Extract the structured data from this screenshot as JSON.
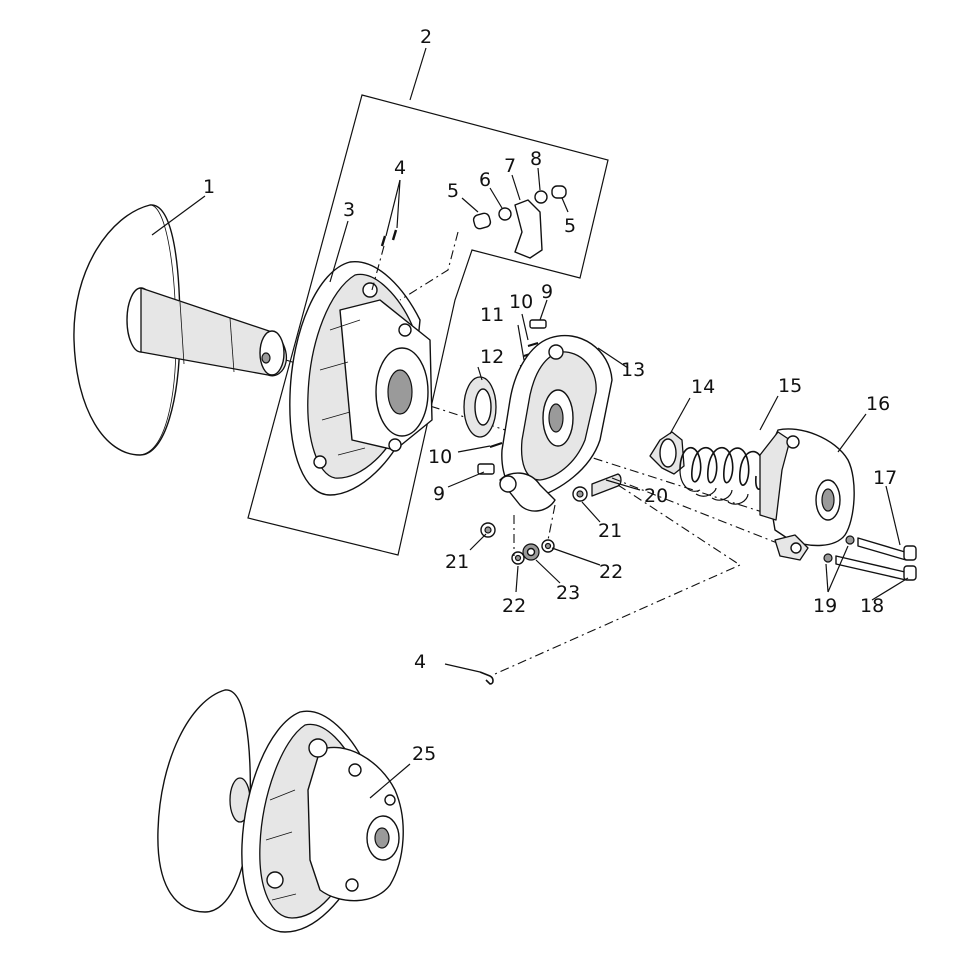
{
  "callouts": {
    "c1": "1",
    "c2": "2",
    "c3": "3",
    "c4a": "4",
    "c4b": "4",
    "c5a": "5",
    "c5b": "5",
    "c6": "6",
    "c7": "7",
    "c8": "8",
    "c9a": "9",
    "c9b": "9",
    "c10a": "10",
    "c10b": "10",
    "c11": "11",
    "c12": "12",
    "c13": "13",
    "c14": "14",
    "c15": "15",
    "c16": "16",
    "c17": "17",
    "c18": "18",
    "c19": "19",
    "c20": "20",
    "c21a": "21",
    "c21b": "21",
    "c22a": "22",
    "c22b": "22",
    "c23": "23",
    "c25": "25"
  }
}
